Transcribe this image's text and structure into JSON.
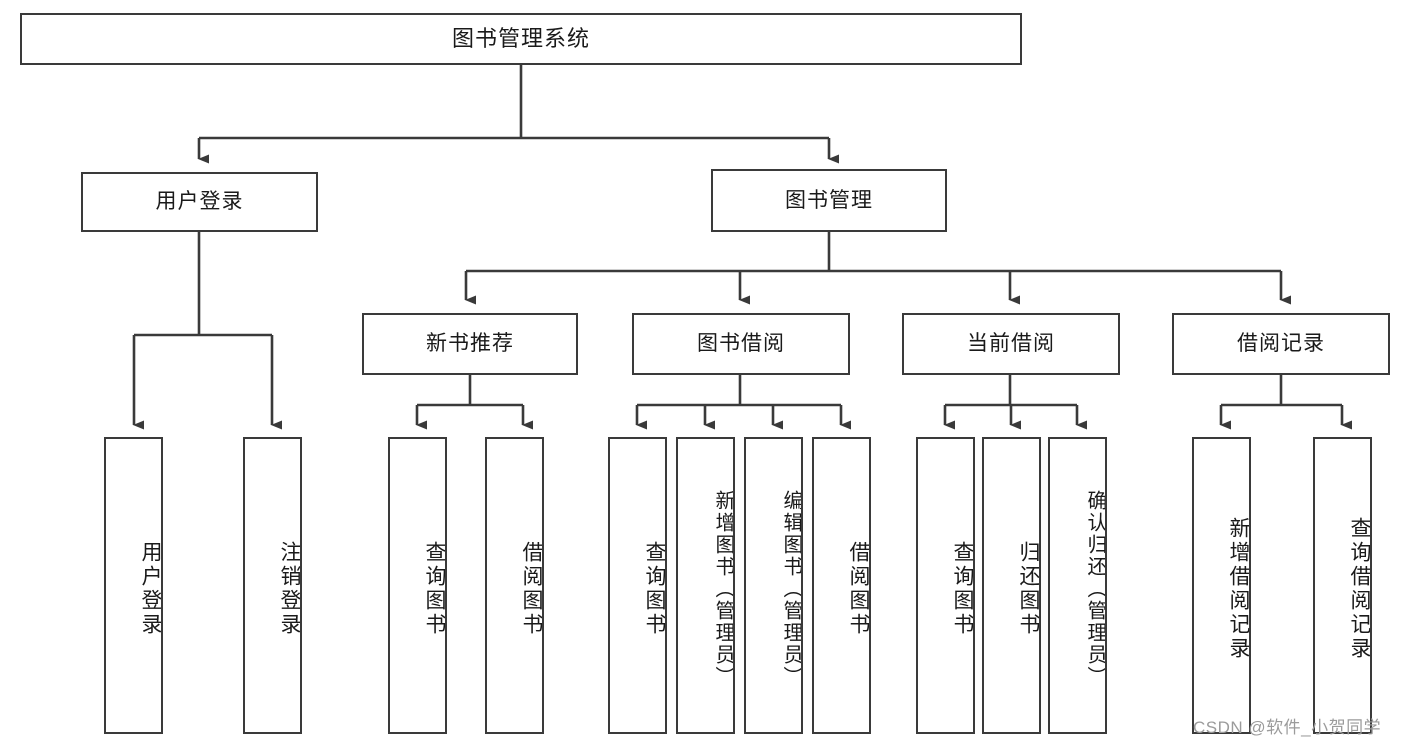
{
  "diagram": {
    "title": "图书管理系统",
    "type": "功能结构图",
    "root": {
      "label": "图书管理系统"
    },
    "level2": [
      {
        "label": "用户登录"
      },
      {
        "label": "图书管理"
      }
    ],
    "level3": [
      {
        "label": "新书推荐"
      },
      {
        "label": "图书借阅"
      },
      {
        "label": "当前借阅"
      },
      {
        "label": "借阅记录"
      }
    ],
    "leaves": {
      "user_login": [
        {
          "label": "用户登录"
        },
        {
          "label": "注销登录"
        }
      ],
      "new_book_recommend": [
        {
          "label": "查询图书"
        },
        {
          "label": "借阅图书"
        }
      ],
      "book_borrow": [
        {
          "label": "查询图书"
        },
        {
          "label": "新增图书（管理员）"
        },
        {
          "label": "编辑图书（管理员）"
        },
        {
          "label": "借阅图书"
        }
      ],
      "current_borrow": [
        {
          "label": "查询图书"
        },
        {
          "label": "归还图书"
        },
        {
          "label": "确认归还（管理员）"
        }
      ],
      "borrow_record": [
        {
          "label": "新增借阅记录"
        },
        {
          "label": "查询借阅记录"
        }
      ]
    }
  },
  "watermark": {
    "text": "CSDN @软件_小贺同学"
  },
  "colors": {
    "border": "#3a3a3a",
    "text": "#1a1a1a",
    "background": "#ffffff",
    "watermark": "#9b9b9b"
  }
}
